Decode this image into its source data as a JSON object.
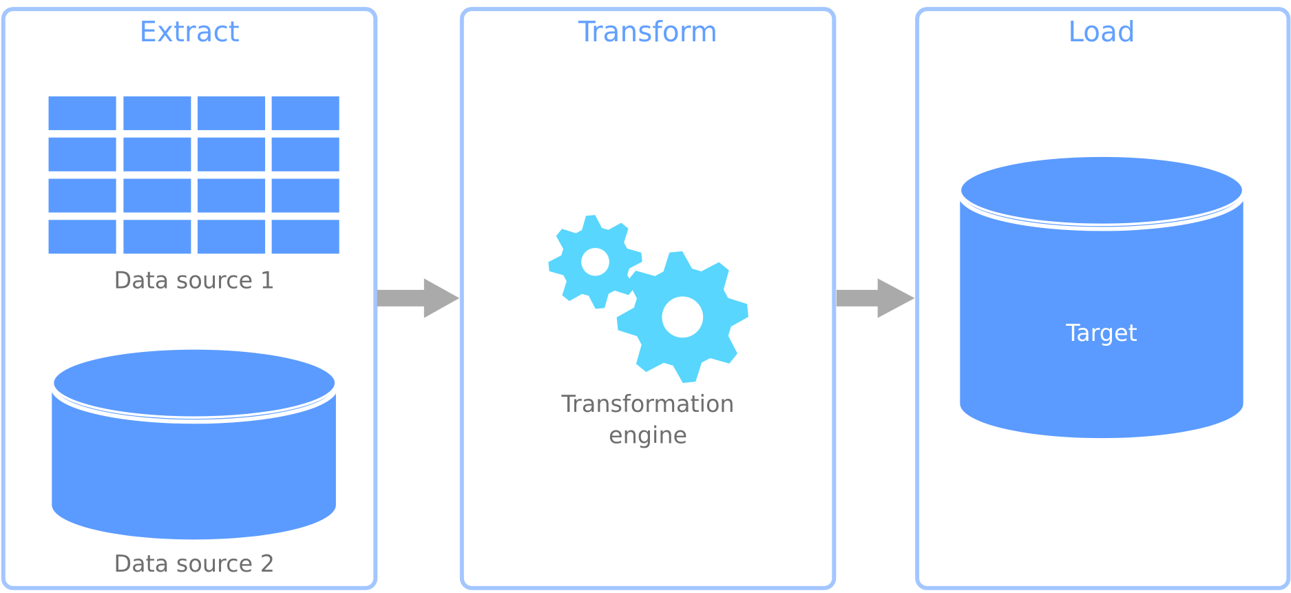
{
  "colors": {
    "panel_border": "#a3c6ff",
    "title": "#62a0ff",
    "shape_fill": "#5b9bff",
    "gear_fill": "#58d6fd",
    "arrow": "#aaaaaa",
    "label_text": "#6e6e6e"
  },
  "stages": [
    {
      "title": "Extract",
      "items": [
        {
          "label": "Data source 1",
          "icon": "table-grid-icon"
        },
        {
          "label": "Data source 2",
          "icon": "database-cylinder-icon"
        }
      ]
    },
    {
      "title": "Transform",
      "items": [
        {
          "label_line1": "Transformation",
          "label_line2": "engine",
          "icon": "gears-icon"
        }
      ]
    },
    {
      "title": "Load",
      "items": [
        {
          "label": "Target",
          "icon": "database-cylinder-icon"
        }
      ]
    }
  ],
  "arrows": [
    "arrow-right-icon",
    "arrow-right-icon"
  ]
}
